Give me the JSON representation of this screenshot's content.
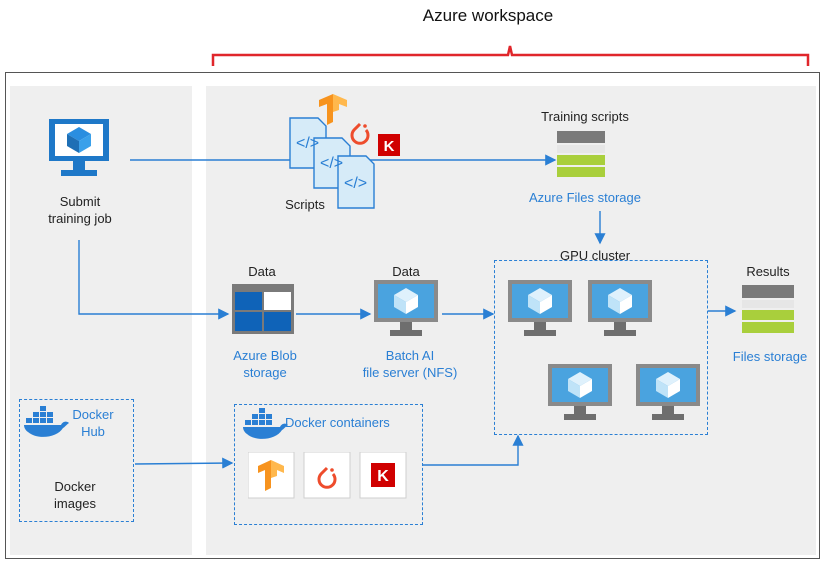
{
  "workspace": {
    "title": "Azure workspace"
  },
  "client": {
    "submit_label": "Submit\ntraining job"
  },
  "scripts": {
    "label": "Scripts"
  },
  "training_scripts": {
    "title": "Training scripts",
    "storage_label": "Azure Files storage"
  },
  "data_blob": {
    "title": "Data",
    "storage_label": "Azure Blob\nstorage"
  },
  "data_nfs": {
    "title": "Data",
    "storage_label": "Batch AI\nfile server (NFS)"
  },
  "gpu": {
    "title": "GPU cluster"
  },
  "results": {
    "title": "Results",
    "storage_label": "Files storage"
  },
  "docker_hub": {
    "label": "Docker\nHub",
    "images_label": "Docker\nimages"
  },
  "docker_containers": {
    "label": "Docker containers"
  },
  "colors": {
    "accent_red": "#e0262b",
    "azure_blue": "#2a7fd4",
    "monitor_blue": "#4aa3df",
    "panel_gray": "#efefef"
  }
}
